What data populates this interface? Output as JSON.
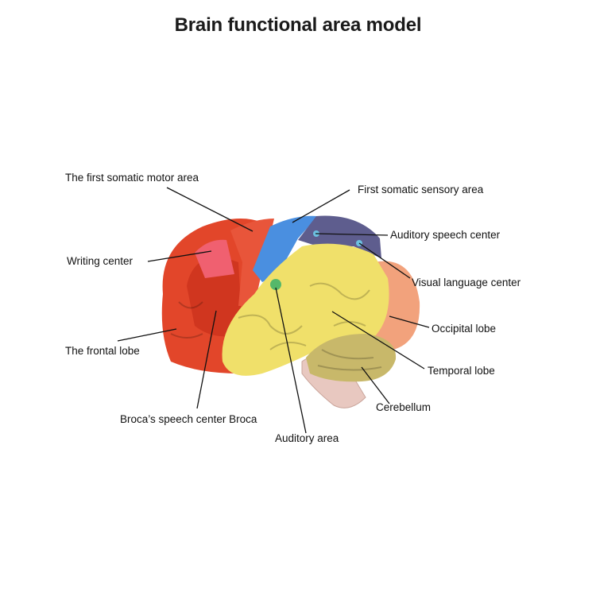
{
  "title": "Brain functional area model",
  "colors": {
    "frontal": "#e2462a",
    "frontal_dark": "#c8321e",
    "writing": "#f06070",
    "motor": "#e8553a",
    "sensory": "#4a8fe0",
    "purple": "#5e5d8e",
    "yellow": "#f0e06a",
    "occipital": "#f2a27c",
    "cerebellum": "#c8b86a",
    "green": "#55b86a"
  },
  "labels": {
    "motor": "The first somatic motor area",
    "sensory": "First somatic sensory area",
    "auditory_speech": "Auditory speech center",
    "writing": "Writing center",
    "visual_language": "Visual language center",
    "occipital": "Occipital lobe",
    "frontal": "The frontal lobe",
    "temporal": "Temporal lobe",
    "cerebellum": "Cerebellum",
    "broca": "Broca’s speech center Broca",
    "auditory_area": "Auditory area"
  }
}
